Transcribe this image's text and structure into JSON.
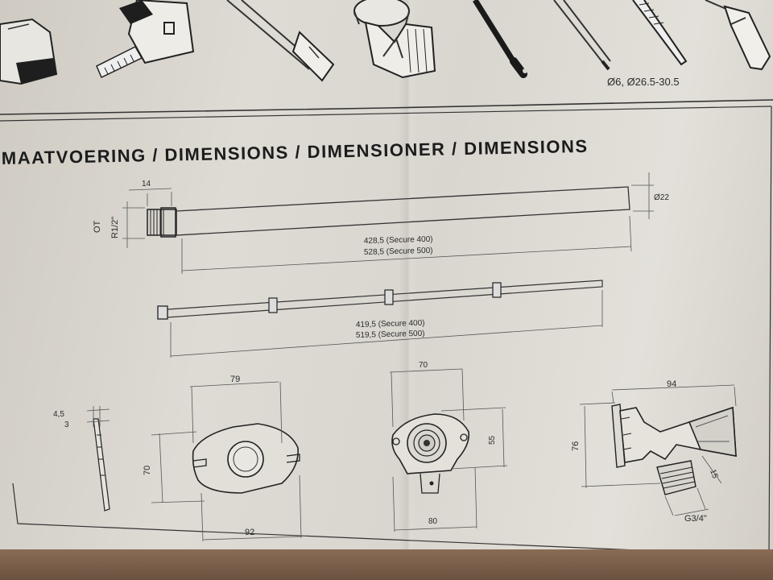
{
  "header": {
    "drill_bit_sizes": "Ø6, Ø26.5-30.5"
  },
  "section": {
    "title": "MAATVOERING / DIMENSIONS / DIMENSIONER / DIMENSIONS"
  },
  "pipe_top": {
    "dim_14": "14",
    "dim_ot": "OT",
    "dim_thread": "R1/2\"",
    "dim_dia": "Ø22",
    "len_400": "428,5 (Secure 400)",
    "len_500": "528,5 (Secure 500)"
  },
  "rod": {
    "len_400": "419,5 (Secure 400)",
    "len_500": "519,5 (Secure 500)"
  },
  "plate_side": {
    "dim_45": "4,5",
    "dim_3": "3"
  },
  "plate": {
    "width_top": "79",
    "height": "70",
    "width_bottom": "92"
  },
  "body": {
    "width_top": "70",
    "height": "55",
    "width_bottom": "80"
  },
  "valve": {
    "width": "94",
    "height": "76",
    "dim_15": "15",
    "thread": "G3/4\""
  }
}
